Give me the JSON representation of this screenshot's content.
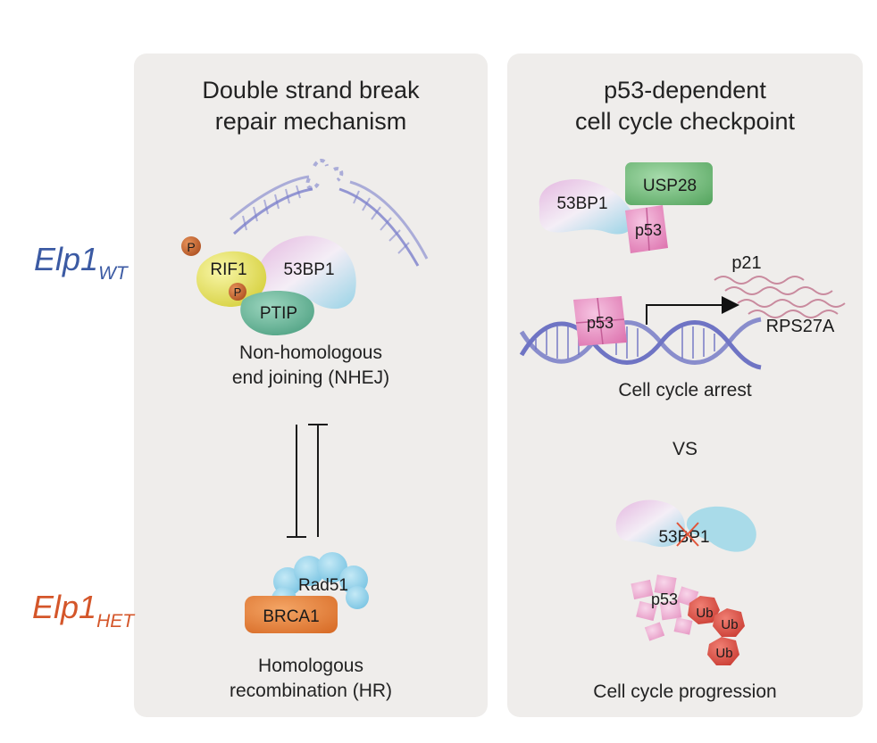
{
  "genotypes": {
    "wt": {
      "base": "Elp1",
      "sub": "WT"
    },
    "het": {
      "base": "Elp1",
      "sub": "HET"
    }
  },
  "left_panel": {
    "title_line1": "Double strand break",
    "title_line2": "repair mechanism",
    "proteins": {
      "rif1": "RIF1",
      "bp53": "53BP1",
      "ptip": "PTIP",
      "phospho": "P",
      "rad51": "Rad51",
      "brca1": "BRCA1"
    },
    "nhej_line1": "Non-homologous",
    "nhej_line2": "end joining (NHEJ)",
    "hr_line1": "Homologous",
    "hr_line2": "recombination (HR)"
  },
  "right_panel": {
    "title_line1": "p53-dependent",
    "title_line2": "cell cycle checkpoint",
    "proteins": {
      "bp53": "53BP1",
      "usp28": "USP28",
      "p53": "p53",
      "ub": "Ub"
    },
    "transcripts": {
      "p21": "p21",
      "rps27a": "RPS27A"
    },
    "arrest": "Cell cycle arrest",
    "vs": "VS",
    "progression": "Cell cycle progression"
  },
  "colors": {
    "dna": "#6f74c4",
    "rif1": "#e3e05a",
    "ptip": "#5fb191",
    "phospho": "#c0602c",
    "usp28": "#6db576",
    "p53": "#e98bbf",
    "rad51": "#8ccfe8",
    "brca1": "#e07b35",
    "ub": "#d8483f",
    "genotype_wt": "#3b5aa3",
    "genotype_het": "#d4562a"
  }
}
